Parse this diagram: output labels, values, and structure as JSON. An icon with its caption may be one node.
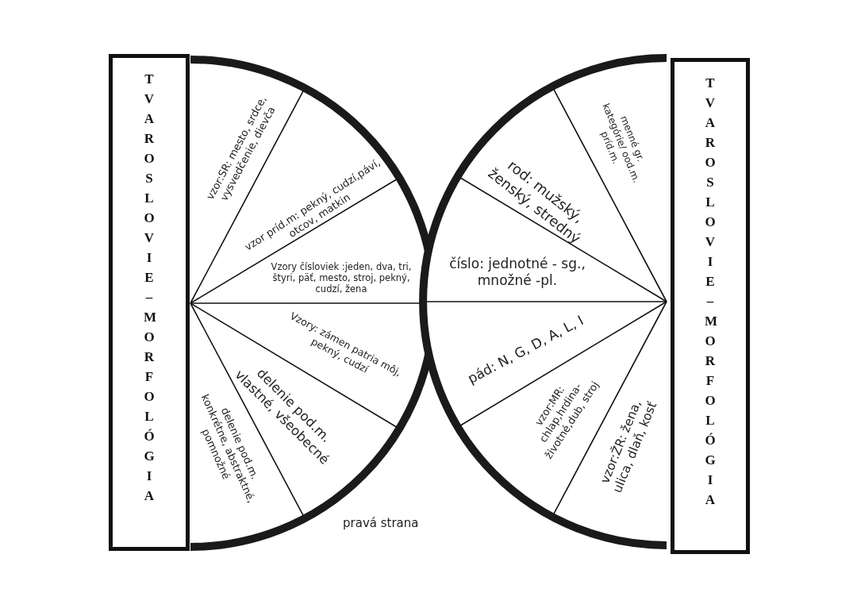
{
  "diagram": {
    "nodes": [
      {
        "text": [
          "TVAROSLOVIE – MORFOLÓGIA"
        ]
      },
      {
        "text": [
          "vzor:SR: mesto, srdce, vysvedčenie, dievča"
        ]
      },
      {
        "text": [
          "vzor príd.m: pekný, cudzí,páví, otcov, matkin"
        ]
      },
      {
        "text": [
          "Vzory čísloviek :jeden, dva, tri, štyri, päť, mesto, stroj, pekný, cudzí, žena"
        ]
      },
      {
        "text": [
          "Vzory: zámen patria môj, pekný, cudzí"
        ]
      },
      {
        "text": [
          "delenie pod.m. vlastné, všeobecné"
        ]
      },
      {
        "text": [
          "delenie pod.m. konkrétne, abstraktné, pomnožné"
        ]
      },
      {
        "text": [
          "menné gr. kategórie/ ood.m. príd.m."
        ]
      },
      {
        "text": [
          "rod: mužský, ženský, stredný"
        ]
      },
      {
        "text": [
          "číslo: jednotné - sg., množné -pl."
        ]
      },
      {
        "text": [
          "pád: N, G, D, A, L, I"
        ]
      },
      {
        "text": [
          "vzor:MR: chlap,hrdina- životné,dub, stroj"
        ]
      },
      {
        "text": [
          "vzor:ŽR: žena, ulica, dlaň, kosť"
        ]
      },
      {
        "text": [
          "TVAROSLOVIE – MORFOLÓGIA"
        ]
      }
    ],
    "edges": [],
    "labels": [
      "pravá strana"
    ]
  }
}
